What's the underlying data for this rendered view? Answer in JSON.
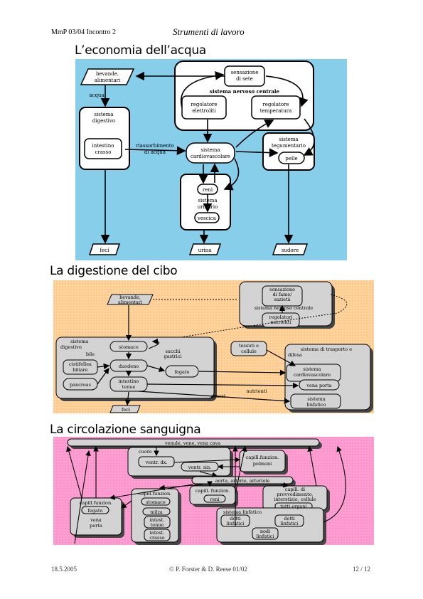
{
  "header": {
    "left": "MmP 03/04  Incontro 2",
    "center": "Strumenti di lavoro"
  },
  "sections": [
    {
      "title": "L’economia dell’acqua"
    },
    {
      "title": "La digestione del cibo"
    },
    {
      "title": "La circolazione sanguigna"
    }
  ],
  "colors": {
    "water_bg": "#87ceeb",
    "digestion_bg": "#ffd39b",
    "circulation_bg": "#ff9ed2",
    "box_gray": "#d3d3d3"
  },
  "water": {
    "bevande": [
      "bevande,",
      "alimentari"
    ],
    "sete": [
      "sensazione",
      "di sete"
    ],
    "snc": "sistema nervoso centrale",
    "reg_elettroliti": [
      "regolatore",
      "elettroliti"
    ],
    "reg_temperatura": [
      "regolatore",
      "temperatura"
    ],
    "acqua": "acqua",
    "digestivo": [
      "sistema",
      "digestivo"
    ],
    "intestino": [
      "intestino",
      "crasso"
    ],
    "riassorbimento": [
      "riassorbimento",
      "di acqua"
    ],
    "cardio": [
      "sistema",
      "cardiovascolare"
    ],
    "tegumentario": [
      "sistema",
      "tegumentario"
    ],
    "pelle": "pelle",
    "reni": "reni",
    "urinario": [
      "sistema",
      "urinario"
    ],
    "vescica": "vescica",
    "feci": "feci",
    "urina": "urina",
    "sudore": "sudore"
  },
  "digestion": {
    "bevande": [
      "bevande,",
      "alimentari"
    ],
    "fame": [
      "sensazione",
      "di fame/",
      "sazietà"
    ],
    "snc": "sistema nervoso centrale",
    "regolatori": [
      "regolatori",
      "nutrienti"
    ],
    "digestivo": [
      "sistema",
      "digestivo"
    ],
    "stomaco": "stomaco",
    "succhi": [
      "succhi",
      "gastrici"
    ],
    "bile": "bile",
    "cistifellea": [
      "cistifellea",
      "biliare"
    ],
    "duodeno": "duodeno",
    "fegato": "fegato",
    "pancreas": "pancreas",
    "intestino": [
      "intestino",
      "tenue"
    ],
    "tessuti": [
      "tessuti e",
      "cellule"
    ],
    "trasporto": [
      "sistema di trasporto e",
      "difesa"
    ],
    "cardio": [
      "sistema",
      "cardiovascolare"
    ],
    "vena_porta": "vena porta",
    "nutrienti": "nutrienti",
    "grassi": "grassi",
    "linfatico": [
      "sistema",
      "linfatico"
    ],
    "feci": "feci"
  },
  "circulation": {
    "vene": "venule, vene, vena cava",
    "cuore": "cuore",
    "ventr_dx": "ventr. dx.",
    "ventr_sin": "ventr. sin.",
    "capill_polmoni": [
      "capill.funzion.",
      "polmoni"
    ],
    "aorta": "aorta, arterie, arteriole",
    "capill_fegato": "capill.funzion.",
    "fegato": "fegato",
    "vena_porta": [
      "vena",
      "porta"
    ],
    "capill_stomaco": "capill.funzion.",
    "stomaco": "stomaco",
    "milza": "milza",
    "intest_tenue": [
      "intest.",
      "tenue"
    ],
    "intest_crasso": [
      "intest.",
      "crasso"
    ],
    "capill_reni": "capill. funzion.",
    "reni": "reni",
    "capill_prov": [
      "capill. di",
      "provvedimento,",
      "interstizio, cellule"
    ],
    "tutti_organi": "tutti organi",
    "linfatico": "sistema linfatico",
    "dotti1": [
      "dotti",
      "linfatici"
    ],
    "dotti2": [
      "dotti",
      "linfatici"
    ],
    "nodi": [
      "nodi",
      "linfatici"
    ]
  },
  "footer": {
    "left": "18.5.2005",
    "center": "© P. Forster & D. Reese 01/02",
    "right": "12 / 12"
  }
}
